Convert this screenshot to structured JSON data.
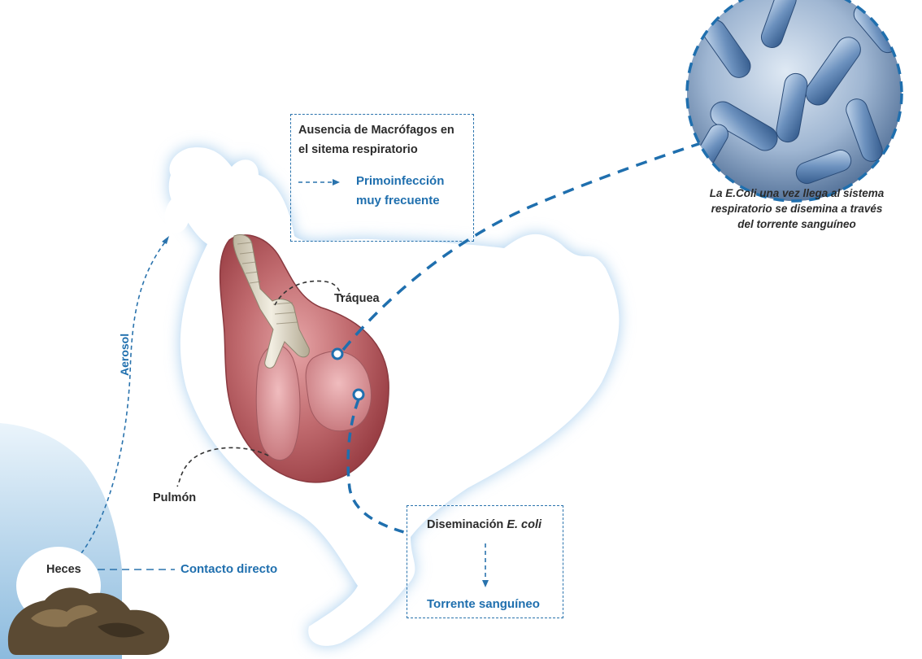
{
  "labels": {
    "macrophage_line1": "Ausencia de Macrófagos en",
    "macrophage_line2": "el sitema respiratorio",
    "primo_line1": "Primoinfección",
    "primo_line2": "muy frecuente",
    "caption_line1": "La E.Coli una vez llega al sistema",
    "caption_line2": "respiratorio se disemina a través",
    "caption_line3": "del torrente sanguíneo",
    "trachea": "Tráquea",
    "lung": "Pulmón",
    "aerosol": "Aerosol",
    "feces": "Heces",
    "direct_contact": "Contacto directo",
    "dissemination_prefix": "Diseminación ",
    "dissemination_italic": "E. coli",
    "bloodstream": "Torrente sanguíneo"
  },
  "colors": {
    "accent_blue": "#1f6fae",
    "text_dark": "#2b2b2b",
    "silhouette_glow": "#bcdcf3",
    "organ_red": "#b8565c",
    "bacteria_blue": "#4b78a8"
  }
}
